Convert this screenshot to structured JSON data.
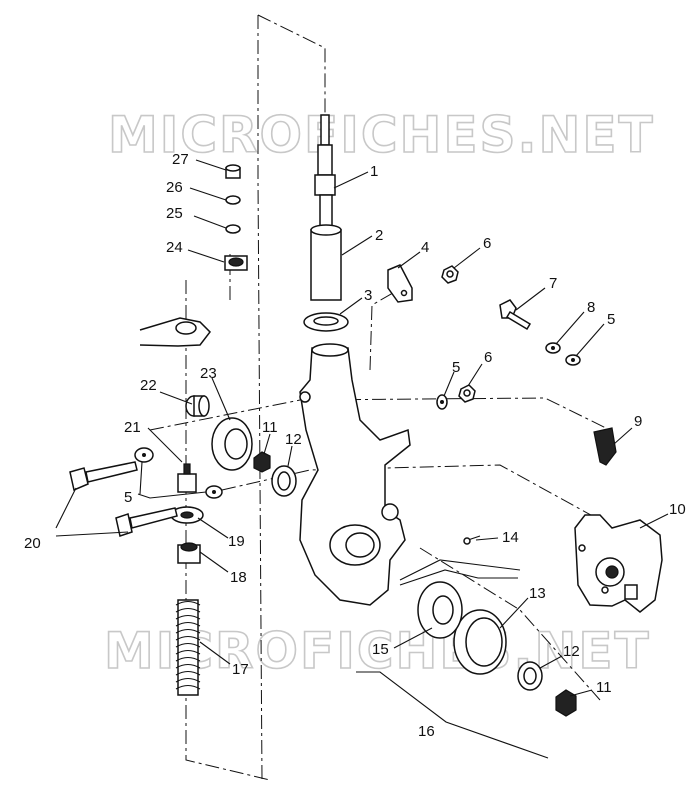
{
  "watermark": "MICROFICHES.NET",
  "callouts": {
    "c1": "1",
    "c2": "2",
    "c3": "3",
    "c4": "4",
    "c5a": "5",
    "c5b": "5",
    "c5c": "5",
    "c6a": "6",
    "c6b": "6",
    "c7": "7",
    "c8": "8",
    "c9": "9",
    "c10": "10",
    "c11a": "11",
    "c11b": "11",
    "c12a": "12",
    "c12b": "12",
    "c13": "13",
    "c14": "14",
    "c15": "15",
    "c16": "16",
    "c17": "17",
    "c18": "18",
    "c19": "19",
    "c20": "20",
    "c21": "21",
    "c22": "22",
    "c23": "23",
    "c24": "24",
    "c25": "25",
    "c26": "26",
    "c27": "27"
  }
}
